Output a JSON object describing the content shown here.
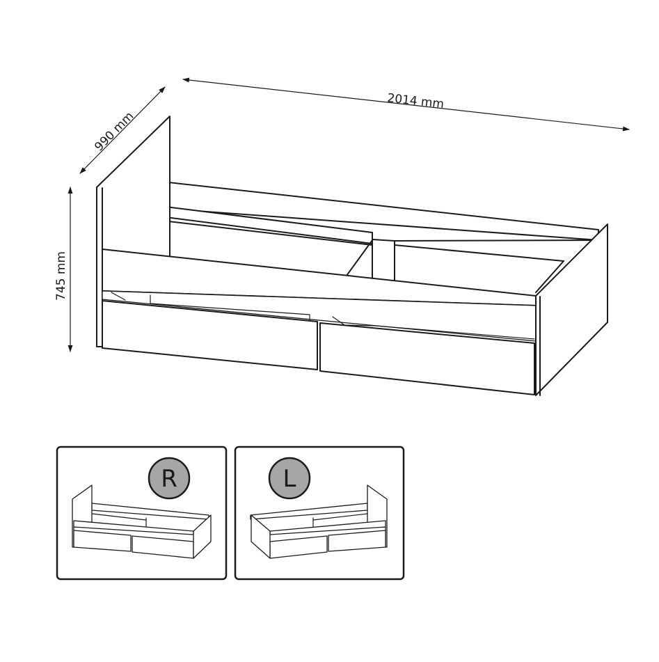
{
  "dimensions": {
    "length": "2014 mm",
    "depth": "990 mm",
    "height": "745 mm"
  },
  "variants": [
    {
      "letter": "R"
    },
    {
      "letter": "L"
    }
  ],
  "colors": {
    "line": "#1a1a1a",
    "badge_fill": "#a6a6a6",
    "background": "#ffffff"
  }
}
